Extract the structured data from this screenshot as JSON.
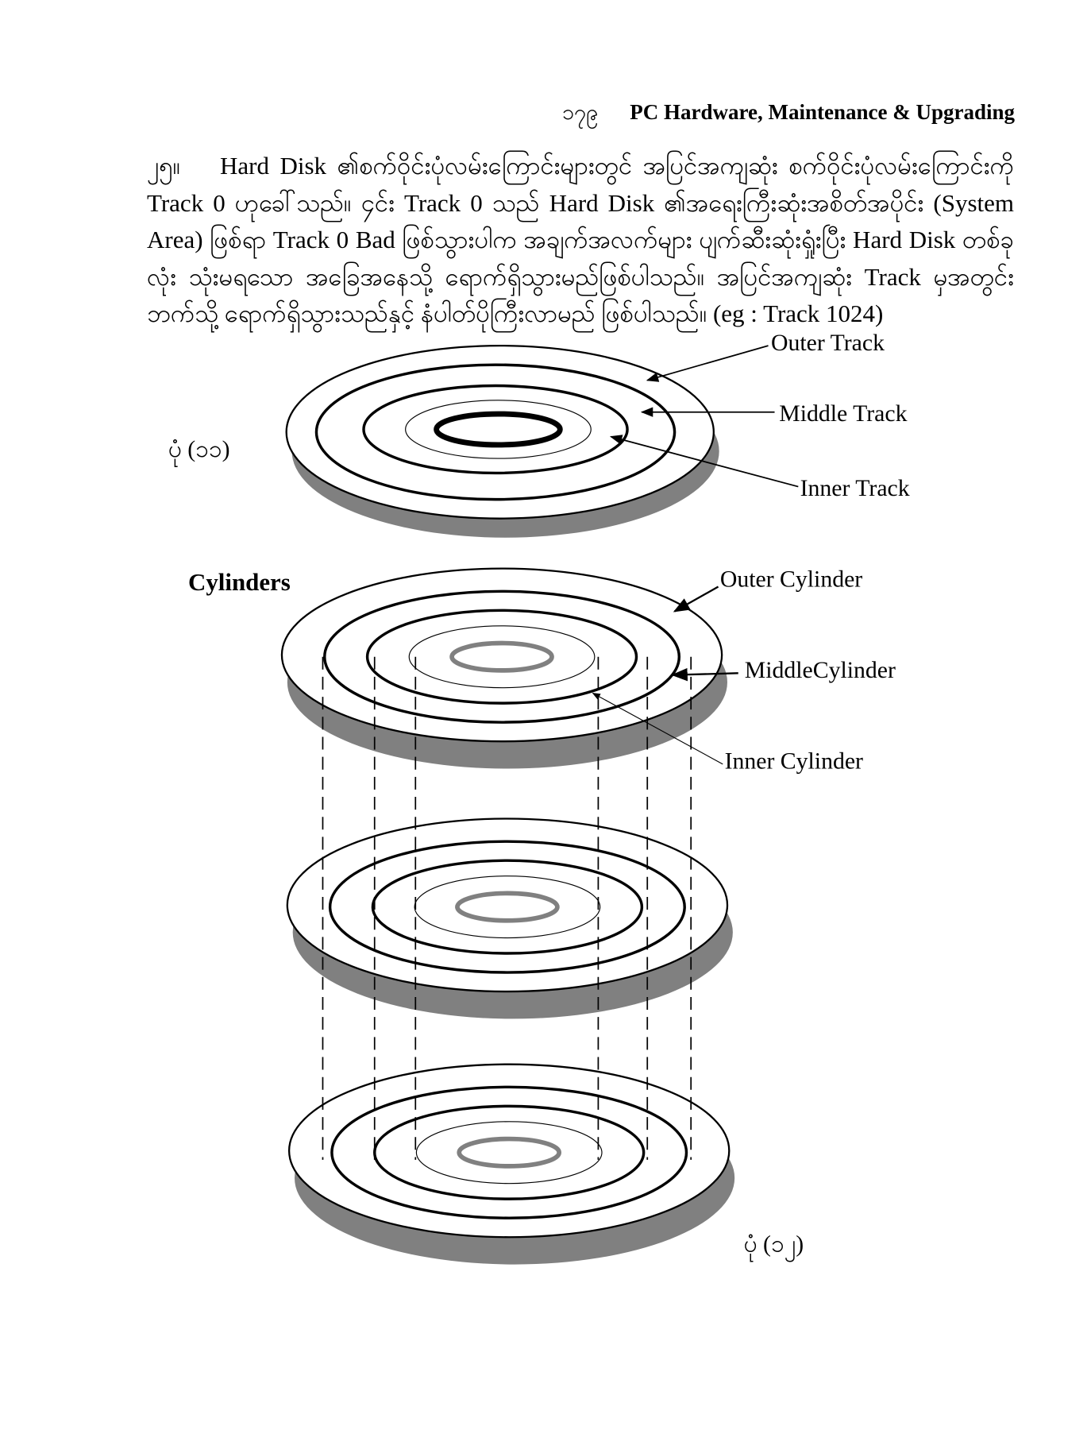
{
  "header": {
    "page_number": "၁၇၉",
    "book_title": "PC Hardware, Maintenance & Upgrading"
  },
  "paragraph": {
    "number": "၂၅။",
    "text": "Hard Disk ၏စက်ဝိုင်းပုံလမ်းကြောင်းများတွင် အပြင်အကျဆုံး စက်ဝိုင်းပုံလမ်းကြောင်းကို Track 0 ဟုခေါ်သည်။ ၄င်း Track 0 သည် Hard Disk ၏အရေးကြီးဆုံးအစိတ်အပိုင်း (System Area) ဖြစ်ရာ Track 0 Bad ဖြစ်သွားပါက အချက်အလက်များ ပျက်ဆီးဆုံးရှုံးပြီး Hard Disk တစ်ခုလုံး သုံးမရသော အခြေအနေသို့ ရောက်ရှိသွားမည်ဖြစ်ပါသည်။ အပြင်အကျဆုံး Track မှအတွင်းဘက်သို့ ရောက်ရှိသွားသည်နှင့် နံပါတ်ပိုကြီးလာမည် ဖြစ်ပါသည်။ (eg : Track 1024)"
  },
  "figure11": {
    "caption": "ပုံ (၁၁)",
    "labels": {
      "outer": "Outer Track",
      "middle": "Middle Track",
      "inner": "Inner Track"
    }
  },
  "figure12": {
    "caption": "ပုံ (၁၂)",
    "title": "Cylinders",
    "labels": {
      "outer": "Outer Cylinder",
      "middle": "MiddleCylinder",
      "inner": "Inner Cylinder"
    }
  },
  "colors": {
    "shadow": "#808080",
    "hole": "#808080"
  }
}
